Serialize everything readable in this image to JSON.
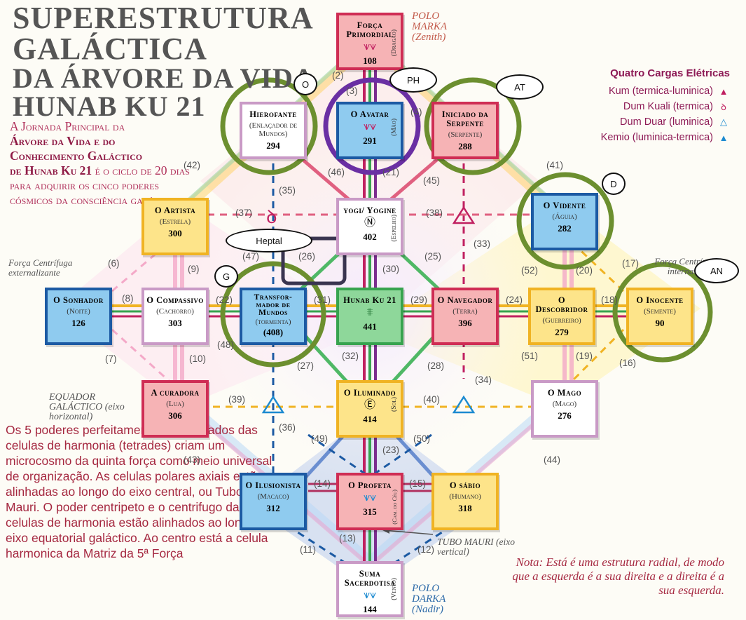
{
  "title": {
    "line1": "SUPERESTRUTURA",
    "line2": "GALÁCTICA",
    "line3": "DA ÁRVORE DA VIDA",
    "line4": "HUNAB KU 21"
  },
  "intro": {
    "p1": "A Jornada Principal da",
    "p2": "Árvore da Vida e do",
    "p3": "Conhecimento Galáctico",
    "p4": "de Hunab Ku 21",
    "p5": " é o ciclo de 20 dias para adquirir os cinco poderes cósmicos da consciência galática."
  },
  "side_labels": {
    "left_force": "Força Centrífuga externalizante",
    "right_force": "Força Centrípeta internalizante",
    "equator": "EQUADOR GALÁCTICO (eixo horizontal)",
    "tubo": "TUBO MAURI (eixo vertical)"
  },
  "poles": {
    "north": "POLO MARKA (Zenith)",
    "south": "POLO DARKA (Nadir)"
  },
  "charges": {
    "title": "Quatro Cargas Elétricas",
    "items": [
      {
        "label": "Kum (termica-luminica)",
        "symbol": "▲"
      },
      {
        "label": "Dum Kuali (termica)",
        "symbol": "ꝺ"
      },
      {
        "label": "Dum Duar (luminica)",
        "symbol": "△"
      },
      {
        "label": "Kemio (luminica-termica)",
        "symbol": "▲"
      }
    ]
  },
  "bottom_left_text": "Os 5 poderes perfeitamente equili- brados das celulas de harmonia (tetrades) criam um microcosmo da quinta força como meio universal de organização. As celulas polares axiais estão alinhadas ao longo do eixo central, ou Tubo Mauri. O poder centripeto e o centrifugo das celulas de harmonia estão alinhados ao longo do eixo equatorial galáctico. Ao centro está a celula harmonica da Matriz da 5ª Força",
  "nota": "Nota: Está é uma estrutura radial, de modo que a esquerda é a sua direita e a direita é a sua esquerda.",
  "cells": [
    {
      "id": "forca",
      "name": "Força Primordial",
      "sub": "",
      "vertical": "(Dragão)",
      "glyph": "⩛⩛",
      "num": "108",
      "color": "red"
    },
    {
      "id": "hierofante",
      "name": "Hierofante",
      "sub": "(Enlaçador de Mundos)",
      "vertical": "",
      "glyph": "",
      "num": "294",
      "color": "wht"
    },
    {
      "id": "avatar",
      "name": "O Avatar",
      "sub": "",
      "vertical": "(Mão)",
      "glyph": "⩛⩛",
      "num": "291",
      "color": "blue"
    },
    {
      "id": "iniciado",
      "name": "Iniciado da Serpente",
      "sub": "(Serpente)",
      "vertical": "",
      "glyph": "",
      "num": "288",
      "color": "red"
    },
    {
      "id": "artista",
      "name": "O Artista",
      "sub": "(Estrela)",
      "vertical": "",
      "glyph": "",
      "num": "300",
      "color": "yel"
    },
    {
      "id": "yogi",
      "name": "yogi/ Yogine",
      "sub": "",
      "vertical": "(Espelho)",
      "glyph": "Ⓝ",
      "num": "402",
      "color": "wht"
    },
    {
      "id": "vidente",
      "name": "O Vidente",
      "sub": "(Águia)",
      "vertical": "",
      "glyph": "",
      "num": "282",
      "color": "blue"
    },
    {
      "id": "sonhador",
      "name": "O Sonhador",
      "sub": "(Noite)",
      "vertical": "",
      "glyph": "",
      "num": "126",
      "color": "blue"
    },
    {
      "id": "compassivo",
      "name": "O Compassivo",
      "sub": "(Cachorro)",
      "vertical": "",
      "glyph": "",
      "num": "303",
      "color": "wht"
    },
    {
      "id": "transformador",
      "name": "Transfor- mador de Mundos",
      "sub": "(tormenta)",
      "vertical": "",
      "glyph": "",
      "num": "(408)",
      "color": "blue"
    },
    {
      "id": "hunab",
      "name": "Hunab Ku 21",
      "sub": "",
      "vertical": "",
      "glyph": "⩨",
      "num": "441",
      "color": "grn"
    },
    {
      "id": "navegador",
      "name": "O Navegador",
      "sub": "(Terra)",
      "vertical": "",
      "glyph": "",
      "num": "396",
      "color": "red"
    },
    {
      "id": "descobridor",
      "name": "O Descobridor",
      "sub": "(Guerreiro)",
      "vertical": "",
      "glyph": "",
      "num": "279",
      "color": "yel"
    },
    {
      "id": "inocente",
      "name": "O Inocente",
      "sub": "(Semente)",
      "vertical": "",
      "glyph": "",
      "num": "90",
      "color": "yel"
    },
    {
      "id": "curadora",
      "name": "A curadora",
      "sub": "(Lua)",
      "vertical": "",
      "glyph": "",
      "num": "306",
      "color": "red"
    },
    {
      "id": "iluminado",
      "name": "O Iluminado",
      "sub": "",
      "vertical": "(Sol)",
      "glyph": "Ⓔ",
      "num": "414",
      "color": "yel"
    },
    {
      "id": "mago",
      "name": "O Mago",
      "sub": "(Mago)",
      "vertical": "",
      "glyph": "",
      "num": "276",
      "color": "wht"
    },
    {
      "id": "ilusionista",
      "name": "O Ilusionista",
      "sub": "(Macaco)",
      "vertical": "",
      "glyph": "",
      "num": "312",
      "color": "blue"
    },
    {
      "id": "profeta",
      "name": "O Profeta",
      "sub": "",
      "vertical": "(Cam. do Céu)",
      "glyph": "⩛⩛",
      "num": "315",
      "color": "red"
    },
    {
      "id": "sabio",
      "name": "O sábio",
      "sub": "(Humano)",
      "vertical": "",
      "glyph": "",
      "num": "318",
      "color": "yel"
    },
    {
      "id": "suma",
      "name": "Suma Sacerdotisa",
      "sub": "",
      "vertical": "(Vento)",
      "glyph": "⩛⩛",
      "num": "144",
      "color": "wht"
    }
  ],
  "path_labels": [
    "(2)",
    "(3)",
    "(4)",
    "(42)",
    "(41)",
    "(46)",
    "(21)",
    "(45)",
    "(35)",
    "(37)",
    "(38)",
    "(33)",
    "(6)",
    "(9)",
    "(47)",
    "(26)",
    "(30)",
    "(25)",
    "(52)",
    "(20)",
    "(17)",
    "(8)",
    "(22)",
    "(31)",
    "(29)",
    "(24)",
    "(18)",
    "(48)",
    "(10)",
    "(7)",
    "(27)",
    "(32)",
    "(28)",
    "(51)",
    "(19)",
    "(16)",
    "(39)",
    "(40)",
    "(34)",
    "(36)",
    "(49)",
    "(23)",
    "(50)",
    "(43)",
    "(44)",
    "(14)",
    "(15)",
    "(13)",
    "(12)",
    "(11)"
  ],
  "annotations": {
    "o": "O",
    "ph": "PH",
    "at": "AT",
    "d": "D",
    "g": "G",
    "an": "AN",
    "heptal": "Heptal"
  },
  "colors": {
    "highlight_green": "#6c8f2f",
    "highlight_purple": "#6a2fa3",
    "heptal_box": "#3a3550"
  }
}
